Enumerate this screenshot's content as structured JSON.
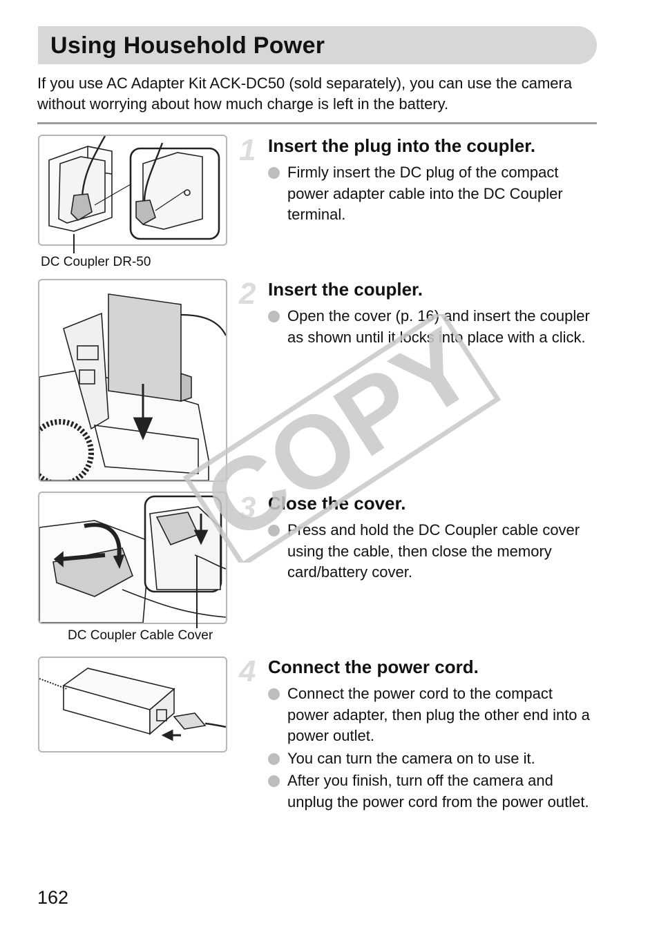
{
  "header": {
    "title": "Using Household Power"
  },
  "intro": "If you use AC Adapter Kit ACK-DC50 (sold separately), you can use the camera without worrying about how much charge is left in the battery.",
  "steps": [
    {
      "number": "1",
      "title": "Insert the plug into the coupler.",
      "bullets": [
        "Firmly insert the DC plug of the compact power adapter cable into the DC Coupler terminal."
      ],
      "caption": "DC Coupler DR-50"
    },
    {
      "number": "2",
      "title": "Insert the coupler.",
      "bullets": [
        "Open the cover (p. 16) and insert the coupler as shown until it locks into place with a click."
      ]
    },
    {
      "number": "3",
      "title": "Close the cover.",
      "bullets": [
        "Press and hold the DC Coupler cable cover using the cable, then close the memory card/battery cover."
      ],
      "caption": "DC Coupler Cable Cover"
    },
    {
      "number": "4",
      "title": "Connect the power cord.",
      "bullets": [
        "Connect the power cord to the compact power adapter, then plug the other end into a power outlet.",
        "You can turn the camera on to use it.",
        "After you finish, turn off the camera and unplug the power cord from the power outlet."
      ]
    }
  ],
  "watermark": "COPY",
  "page_number": "162"
}
